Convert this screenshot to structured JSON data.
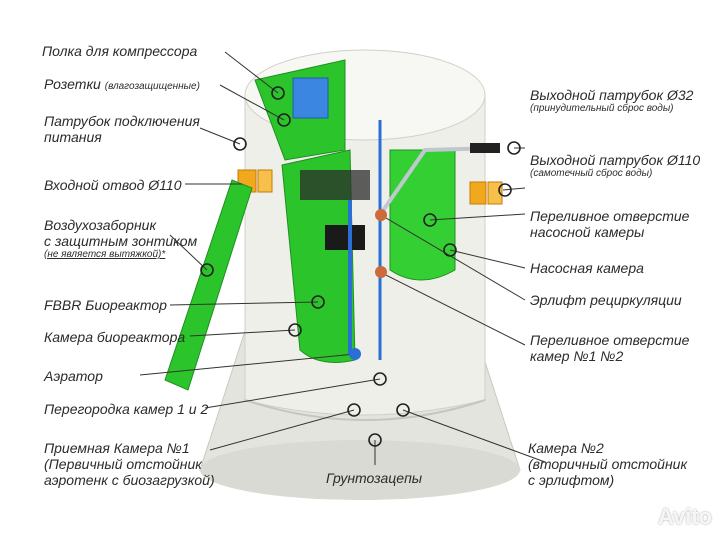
{
  "labels": {
    "shelf": "Полка для компрессора",
    "sockets": "Розетки",
    "sockets_note": "(влагозащищенные)",
    "power_pipe_1": "Патрубок подключения",
    "power_pipe_2": "питания",
    "inlet": "Входной отвод Ø110",
    "air_intake_1": "Воздухозаборник",
    "air_intake_2": "с защитным зонтиком",
    "air_intake_note": "(не является вытяжкой)*",
    "fbbr": "FBBR Биореактор",
    "bio_chamber": "Камера биореактора",
    "aerator": "Аэратор",
    "partition": "Перегородка камер 1 и 2",
    "receiving_1": "Приемная Камера №1",
    "receiving_2": "(Первичный отстойник",
    "receiving_3": "аэротенк с биозагрузкой)",
    "ground_anchors": "Грунтозацепы",
    "outlet32": "Выходной патрубок Ø32",
    "outlet32_note": "(принудительный сброс воды)",
    "outlet110": "Выходной патрубок Ø110",
    "outlet110_note": "(самотечный сброс воды)",
    "overflow_pump_1": "Переливное отверстие",
    "overflow_pump_2": "насосной камеры",
    "pump_chamber": "Насосная камера",
    "airlift": "Эрлифт рециркуляции",
    "overflow12_1": "Переливное отверстие",
    "overflow12_2": "камер №1 №2",
    "chamber2_1": "Камера №2",
    "chamber2_2": "(вторичный отстойник",
    "chamber2_3": "с эрлифтом)"
  },
  "watermark": "Avito",
  "colors": {
    "green": "#2bc42b",
    "dark_green": "#1f8f22",
    "tank_body": "#ecece6",
    "orange": "#f2a81d",
    "blue": "#2a6fd6",
    "text": "#2b2b2b"
  }
}
